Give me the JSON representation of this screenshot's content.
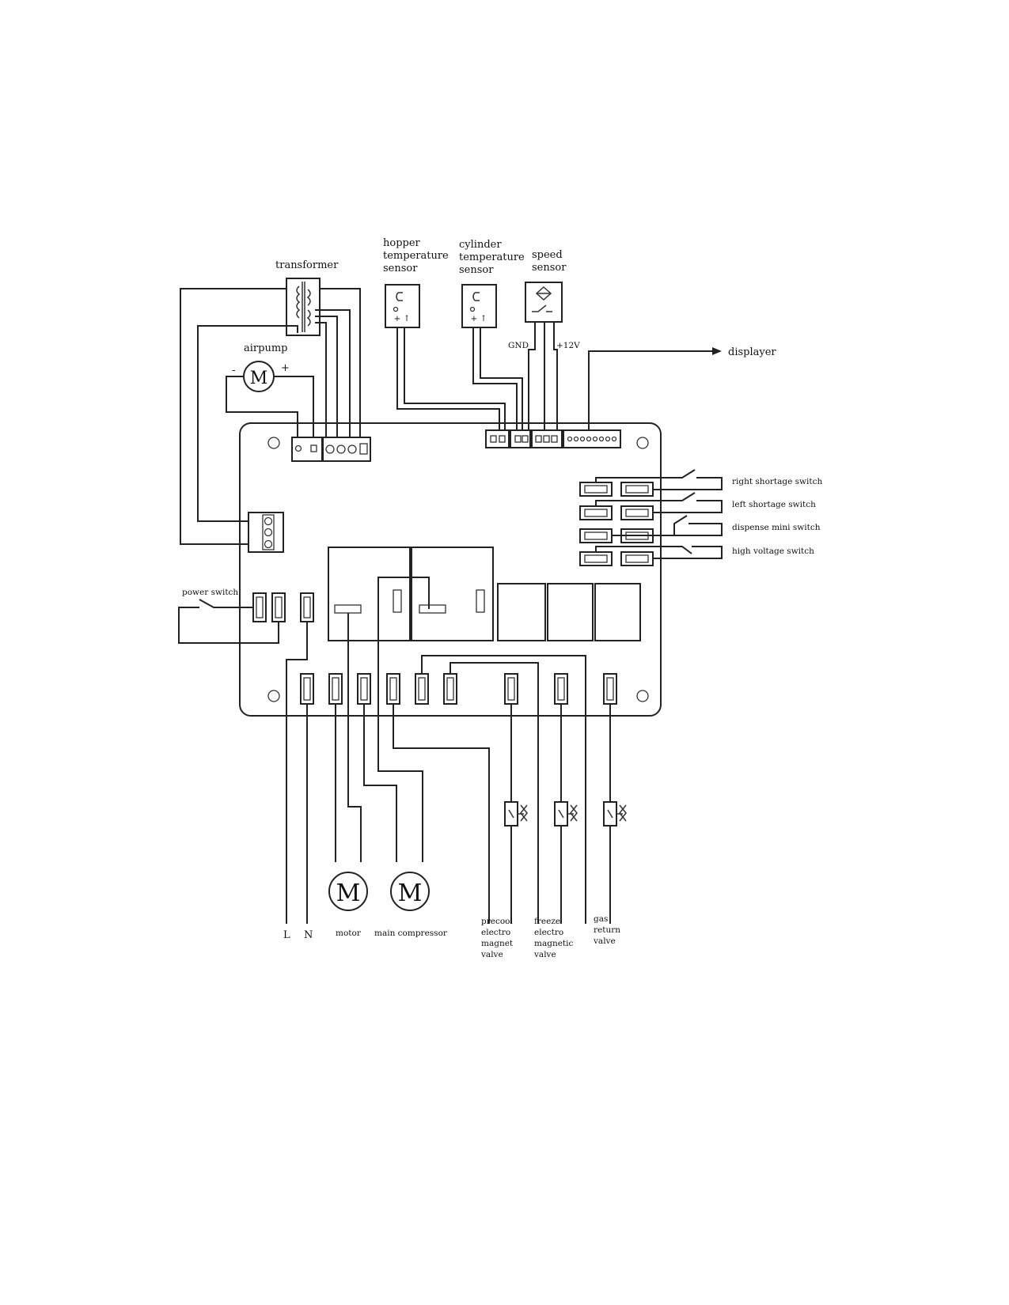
{
  "labels": {
    "transformer": "transformer",
    "hopper_sensor": [
      "hopper",
      "temperature",
      "sensor"
    ],
    "cylinder_sensor": [
      "cylinder",
      "temperature",
      "sensor"
    ],
    "speed_sensor": [
      "speed",
      "sensor"
    ],
    "gnd": "GND",
    "plus12v": "+12V",
    "displayer": "displayer",
    "airpump": "airpump",
    "airpump_minus": "-",
    "airpump_plus": "+",
    "right_shortage_switch": "right shortage switch",
    "left_shortage_switch": "left shortage switch",
    "dispense_mini_switch": "dispense mini switch",
    "high_voltage_switch": "high voltage switch",
    "power_switch": "power switch",
    "line_l": "L",
    "line_n": "N",
    "motor": "motor",
    "main_compressor": "main compressor",
    "precool_valve": [
      "precool",
      "electro",
      "magnet",
      "valve"
    ],
    "freeze_valve": [
      "freeze",
      "electro",
      "magnetic",
      "valve"
    ],
    "gas_return_valve": [
      "gas",
      "return",
      "valve"
    ],
    "motor_symbol": "M"
  }
}
